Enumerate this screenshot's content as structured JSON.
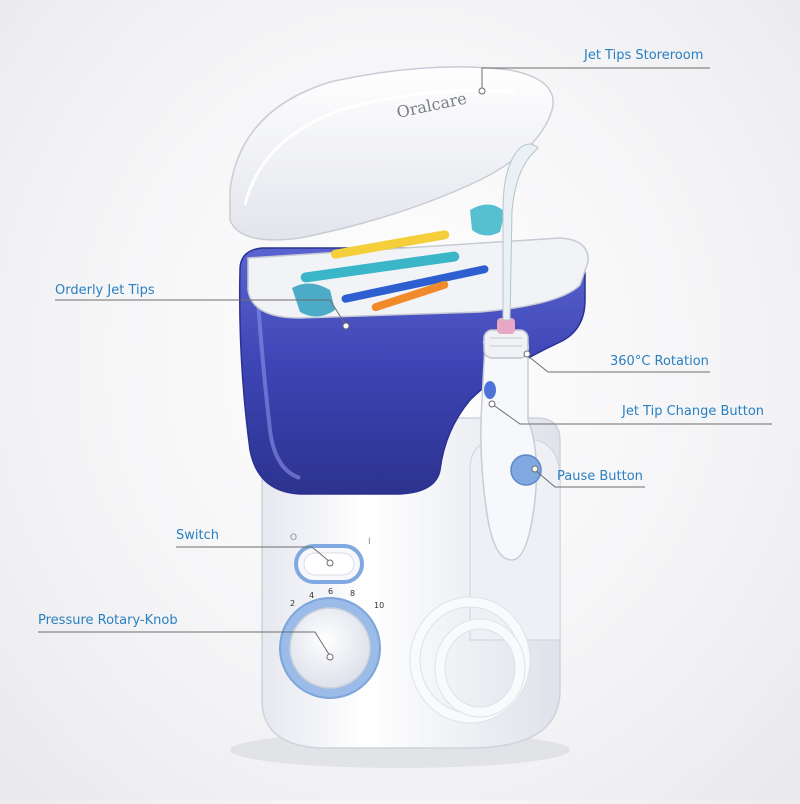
{
  "product": {
    "brand_text": "Oralcare",
    "colors": {
      "reservoir": "#3b43b0",
      "body": "#f7f8fb",
      "accent_blue": "#7fa9e0",
      "label_blue": "#2a7fc0",
      "leader_line": "#6d6d6d",
      "tip_pink": "#e8a7c4"
    }
  },
  "callouts": [
    {
      "id": "jet-tips-storeroom",
      "label": "Jet Tips Storeroom"
    },
    {
      "id": "orderly-jet-tips",
      "label": "Orderly Jet Tips"
    },
    {
      "id": "rotation",
      "label": "360°C Rotation"
    },
    {
      "id": "jet-tip-change-button",
      "label": "Jet Tip Change Button"
    },
    {
      "id": "pause-button",
      "label": "Pause Button"
    },
    {
      "id": "switch",
      "label": "Switch"
    },
    {
      "id": "pressure-rotary-knob",
      "label": "Pressure Rotary-Knob"
    }
  ],
  "dial": {
    "ticks": [
      "2",
      "4",
      "6",
      "8",
      "10"
    ]
  },
  "switch_marks": {
    "off": "O",
    "on": "I"
  }
}
